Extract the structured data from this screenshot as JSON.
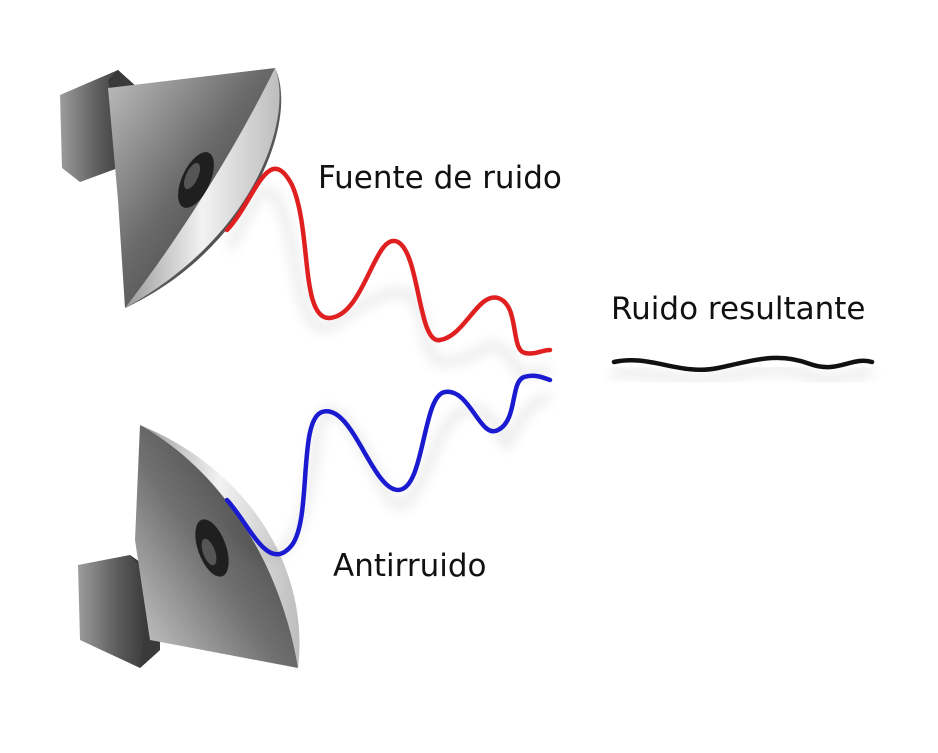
{
  "labels": {
    "noise_source": "Fuente de ruido",
    "resulting_noise": "Ruido resultante",
    "anti_noise": "Antirruido"
  },
  "colors": {
    "noise_wave": "#e02020",
    "anti_wave": "#1a1ad0",
    "result_wave": "#111111",
    "speaker_dark": "#3a3a3a",
    "speaker_light": "#d8d8d8"
  }
}
